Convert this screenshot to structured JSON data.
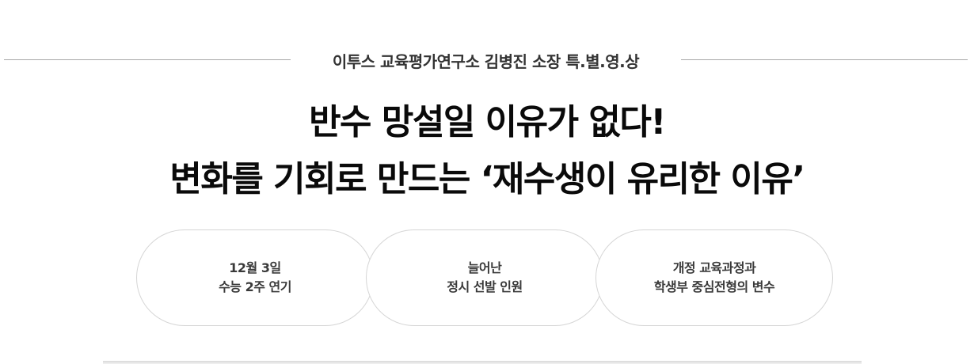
{
  "header": {
    "subtitle": "이투스 교육평가연구소 김병진 소장 특.별.영.상"
  },
  "headline": {
    "line1": "반수 망설일 이유가 없다!",
    "line2": "변화를 기회로 만드는 ‘재수생이 유리한 이유’"
  },
  "topics": [
    {
      "line1": "12월 3일",
      "line2": "수능 2주 연기"
    },
    {
      "line1": "늘어난",
      "line2": "정시 선발 인원"
    },
    {
      "line1": "개정 교육과정과",
      "line2": "학생부 중심전형의 변수"
    }
  ]
}
